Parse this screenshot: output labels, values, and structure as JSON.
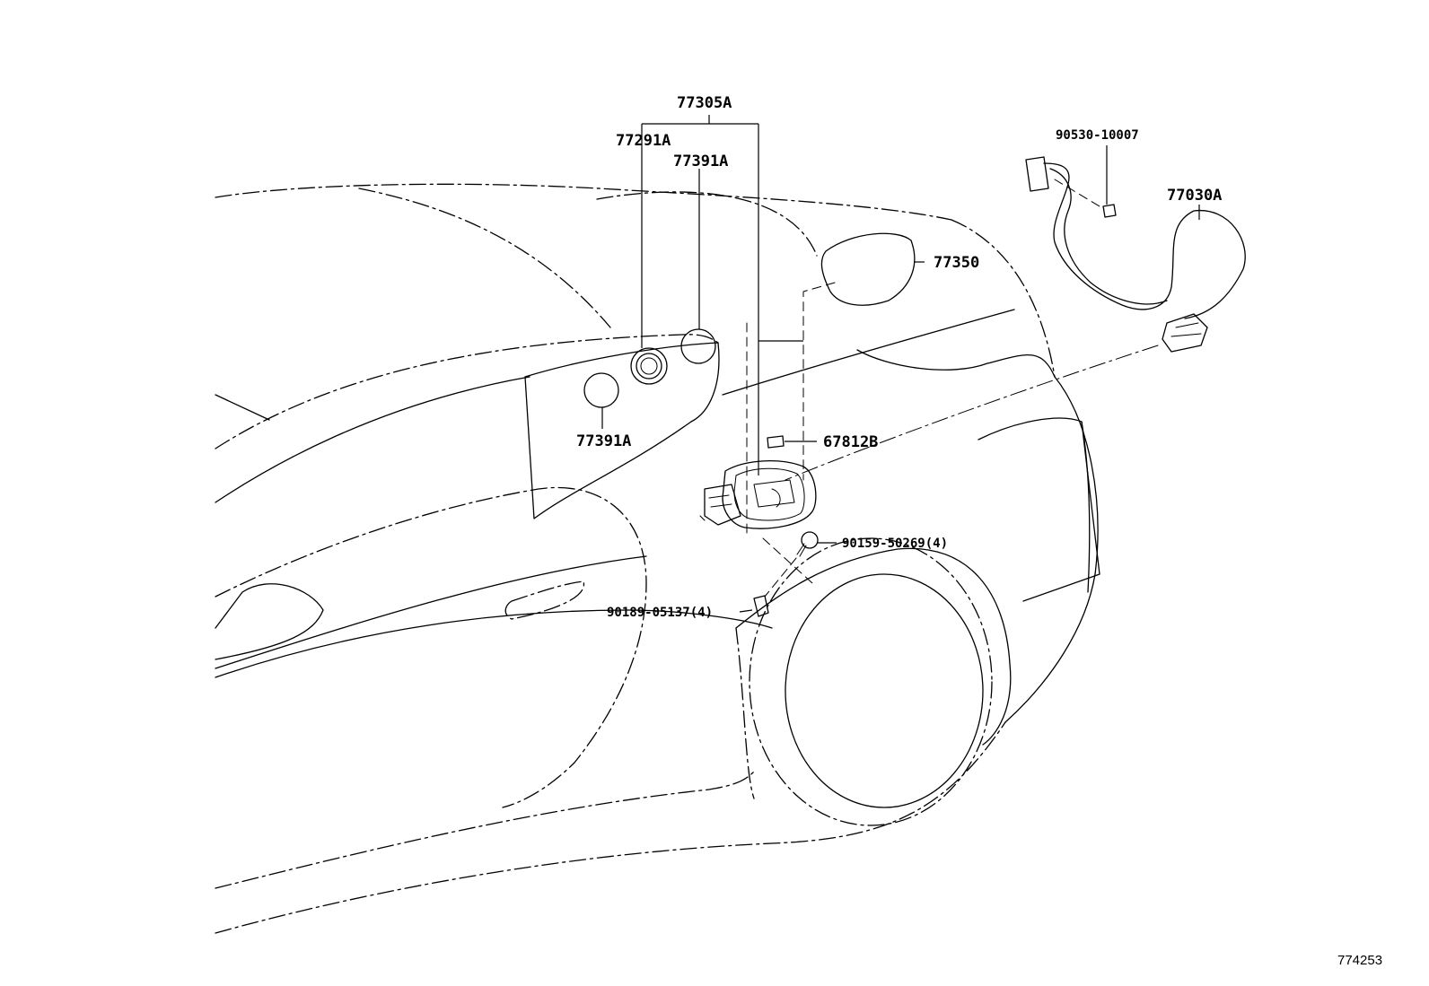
{
  "labels": {
    "p77305A": "77305A",
    "p77291A": "77291A",
    "p77391A_top": "77391A",
    "p77391A_left": "77391A",
    "p77350": "77350",
    "p67812B": "67812B",
    "p90159": "90159-50269(4)",
    "p90189": "90189-05137(4)",
    "p90530": "90530-10007",
    "p77030A": "77030A"
  },
  "figure_number": "774253"
}
